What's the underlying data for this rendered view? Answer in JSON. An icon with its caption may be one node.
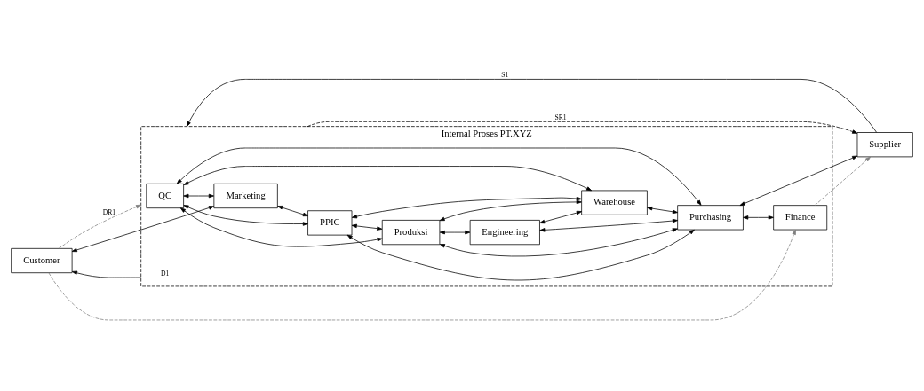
{
  "diagram": {
    "nodes": [
      {
        "text": [
          "Internal Proses PT.XYZ"
        ]
      },
      {
        "text": [
          "Customer"
        ]
      },
      {
        "text": [
          "Marketing"
        ],
        "in": 0
      },
      {
        "text": [
          "QC"
        ],
        "in": 0
      },
      {
        "text": [
          "PPIC"
        ],
        "in": 0
      },
      {
        "text": [
          "Produksi"
        ],
        "in": 0
      },
      {
        "text": [
          "Engineering"
        ],
        "in": 0
      },
      {
        "text": [
          "Finance"
        ],
        "in": 0
      },
      {
        "text": [
          "Warehouse"
        ],
        "in": 0
      },
      {
        "text": [
          "Purchasing"
        ],
        "in": 0
      },
      {
        "text": [
          "Supplier"
        ]
      }
    ],
    "edges": [
      {
        "from": 1,
        "to": 0,
        "arrow": "to",
        "label": "DR1",
        "style": "dashed",
        "color": "#808080"
      },
      {
        "from": 0,
        "to": 1,
        "arrow": "to",
        "label": "D1"
      },
      {
        "from": 1,
        "to": 2,
        "arrow": "both"
      },
      {
        "from": 1,
        "to": 7,
        "arrow": "to",
        "style": "dashed",
        "color": "#808080"
      },
      {
        "from": 3,
        "to": 2,
        "arrow": "both"
      },
      {
        "from": 2,
        "to": 4,
        "arrow": "both"
      },
      {
        "from": 3,
        "to": 8,
        "arrow": "both"
      },
      {
        "from": 3,
        "to": 4,
        "arrow": "both"
      },
      {
        "from": 3,
        "to": 5,
        "arrow": "both"
      },
      {
        "from": 3,
        "to": 9,
        "arrow": "both"
      },
      {
        "from": 4,
        "to": 5,
        "arrow": "both"
      },
      {
        "from": 5,
        "to": 6,
        "arrow": "both"
      },
      {
        "from": 4,
        "to": 8,
        "arrow": "both"
      },
      {
        "from": 4,
        "to": 9,
        "arrow": "both"
      },
      {
        "from": 5,
        "to": 9,
        "arrow": "both"
      },
      {
        "from": 5,
        "to": 8,
        "arrow": "both"
      },
      {
        "from": 8,
        "to": 9,
        "arrow": "both"
      },
      {
        "from": 6,
        "to": 9,
        "arrow": "both"
      },
      {
        "from": 6,
        "to": 8,
        "arrow": "both"
      },
      {
        "from": 9,
        "to": 7,
        "arrow": "both"
      },
      {
        "from": 9,
        "to": 10,
        "arrow": "both"
      },
      {
        "from": 0,
        "to": 10,
        "arrow": "to",
        "label": "SR1",
        "style": "dashed"
      },
      {
        "from": 10,
        "to": 0,
        "arrow": "to",
        "label": "S1"
      },
      {
        "from": 7,
        "to": 10,
        "arrow": "to",
        "style": "dashed",
        "color": "#808080"
      }
    ]
  }
}
